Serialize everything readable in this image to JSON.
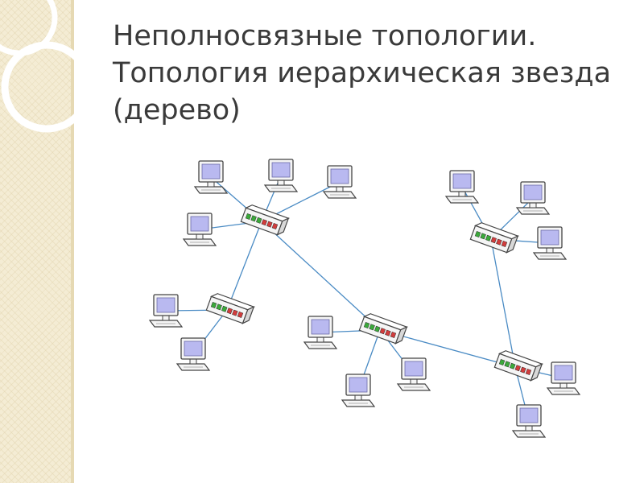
{
  "slide": {
    "title_lines": [
      "Неполносвязные топологии.",
      "Топология иерархическая звезда",
      "(дерево)"
    ]
  },
  "diagram": {
    "nodes": {
      "hubs": [
        "hub-1",
        "hub-2",
        "hub-3",
        "hub-4",
        "hub-5"
      ],
      "computers": [
        "pc-1",
        "pc-2",
        "pc-3",
        "pc-4",
        "pc-5",
        "pc-6",
        "pc-7",
        "pc-8",
        "pc-9",
        "pc-10",
        "pc-11",
        "pc-12",
        "pc-13",
        "pc-14",
        "pc-15",
        "pc-16"
      ]
    },
    "edges": [
      [
        "hub-1",
        "pc-1"
      ],
      [
        "hub-1",
        "pc-2"
      ],
      [
        "hub-1",
        "pc-3"
      ],
      [
        "hub-1",
        "pc-4"
      ],
      [
        "hub-1",
        "hub-2"
      ],
      [
        "hub-1",
        "hub-3"
      ],
      [
        "hub-2",
        "pc-5"
      ],
      [
        "hub-2",
        "pc-6"
      ],
      [
        "hub-3",
        "pc-7"
      ],
      [
        "hub-3",
        "pc-8"
      ],
      [
        "hub-3",
        "pc-9"
      ],
      [
        "hub-3",
        "hub-5"
      ],
      [
        "hub-4",
        "pc-10"
      ],
      [
        "hub-4",
        "pc-11"
      ],
      [
        "hub-4",
        "pc-12"
      ],
      [
        "hub-4",
        "hub-5"
      ],
      [
        "hub-5",
        "pc-13"
      ],
      [
        "hub-5",
        "pc-14"
      ]
    ],
    "colors": {
      "link": "#4a8bc4",
      "screen": "#b9b9f0",
      "device_body": "#f5f5f5",
      "device_outline": "#444444",
      "port_green": "#3aa93a",
      "port_red": "#d23c3c"
    }
  }
}
